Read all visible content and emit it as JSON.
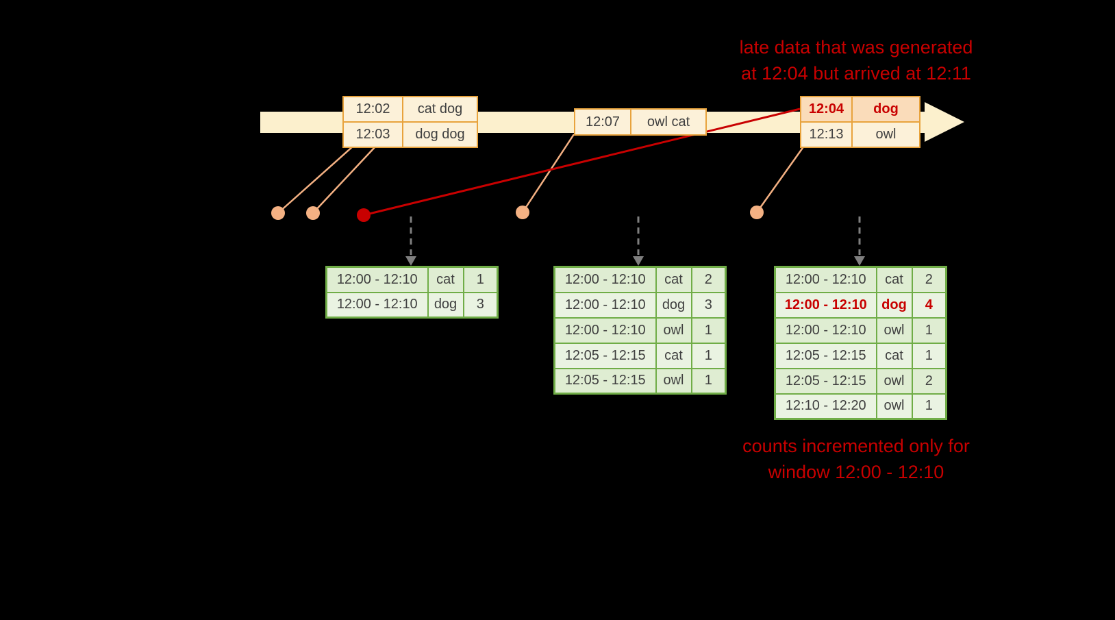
{
  "colors": {
    "background": "#000000",
    "timeline_arrow": "#FCF0CD",
    "event_border": "#E8A33D",
    "event_fill": "#FCF1D9",
    "late_event_fill": "#FADCBA",
    "accent_red": "#C80000",
    "dot_salmon": "#F4B183",
    "table_border_green": "#70AD47",
    "table_fill_dark": "#DFEDD2",
    "table_fill_light": "#EAF3E2",
    "trigger_arrow_gray": "#7F7F7F"
  },
  "annotations": {
    "late_top_line1": "late data that was generated",
    "late_top_line2": "at 12:04 but arrived at 12:11",
    "counts_bottom_line1": "counts incremented only for",
    "counts_bottom_line2": "window 12:00 - 12:10"
  },
  "event_groups": [
    {
      "rows": [
        {
          "time": "12:02",
          "words": "cat dog"
        },
        {
          "time": "12:03",
          "words": "dog dog"
        }
      ]
    },
    {
      "rows": [
        {
          "time": "12:07",
          "words": "owl cat"
        }
      ]
    },
    {
      "rows": [
        {
          "time": "12:04",
          "words": "dog",
          "late": true
        },
        {
          "time": "12:13",
          "words": "owl"
        }
      ]
    }
  ],
  "result_tables": [
    {
      "rows": [
        {
          "window": "12:00 - 12:10",
          "word": "cat",
          "count": "1"
        },
        {
          "window": "12:00 - 12:10",
          "word": "dog",
          "count": "3"
        }
      ]
    },
    {
      "rows": [
        {
          "window": "12:00 - 12:10",
          "word": "cat",
          "count": "2"
        },
        {
          "window": "12:00 - 12:10",
          "word": "dog",
          "count": "3"
        },
        {
          "window": "12:00 - 12:10",
          "word": "owl",
          "count": "1"
        },
        {
          "window": "12:05 - 12:15",
          "word": "cat",
          "count": "1"
        },
        {
          "window": "12:05 - 12:15",
          "word": "owl",
          "count": "1"
        }
      ]
    },
    {
      "rows": [
        {
          "window": "12:00 - 12:10",
          "word": "cat",
          "count": "2"
        },
        {
          "window": "12:00 - 12:10",
          "word": "dog",
          "count": "4",
          "late": true
        },
        {
          "window": "12:00 - 12:10",
          "word": "owl",
          "count": "1"
        },
        {
          "window": "12:05 - 12:15",
          "word": "cat",
          "count": "1"
        },
        {
          "window": "12:05 - 12:15",
          "word": "owl",
          "count": "2"
        },
        {
          "window": "12:10 - 12:20",
          "word": "owl",
          "count": "1"
        }
      ]
    }
  ]
}
